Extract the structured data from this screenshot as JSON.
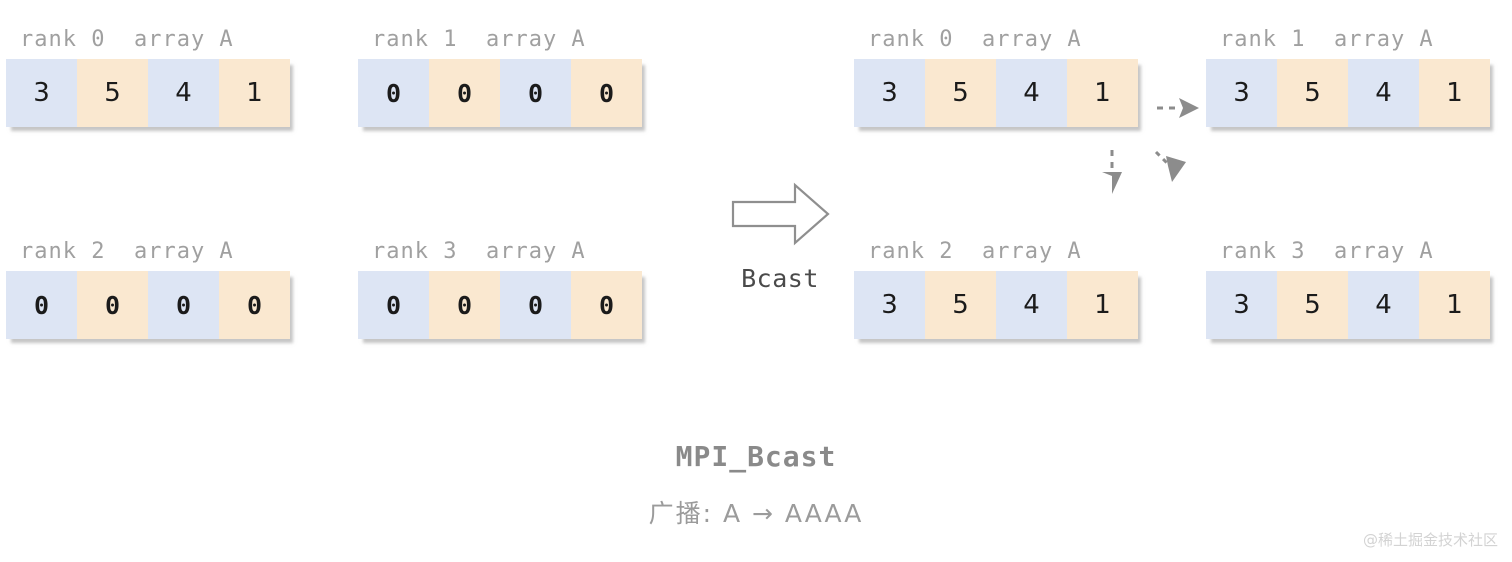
{
  "colors": {
    "cell_blue": "#dde5f4",
    "cell_orange": "#fae8d0",
    "label_grey": "#a0a0a0",
    "arrow_grey": "#8c8c8c",
    "caption_grey": "#8a8a8a",
    "watermark_grey": "#d3d3d3"
  },
  "left_panel": {
    "blocks": [
      {
        "label": "rank 0  array A",
        "values": [
          "3",
          "5",
          "4",
          "1"
        ]
      },
      {
        "label": "rank 1  array A",
        "values": [
          "0",
          "0",
          "0",
          "0"
        ]
      },
      {
        "label": "rank 2  array A",
        "values": [
          "0",
          "0",
          "0",
          "0"
        ]
      },
      {
        "label": "rank 3  array A",
        "values": [
          "0",
          "0",
          "0",
          "0"
        ]
      }
    ]
  },
  "center": {
    "operation_label": "Bcast",
    "arrow_icon": "block-arrow-right-icon"
  },
  "right_panel": {
    "blocks": [
      {
        "label": "rank 0  array A",
        "values": [
          "3",
          "5",
          "4",
          "1"
        ]
      },
      {
        "label": "rank 1  array A",
        "values": [
          "3",
          "5",
          "4",
          "1"
        ]
      },
      {
        "label": "rank 2  array A",
        "values": [
          "3",
          "5",
          "4",
          "1"
        ]
      },
      {
        "label": "rank 3  array A",
        "values": [
          "3",
          "5",
          "4",
          "1"
        ]
      }
    ],
    "broadcast_arrows": [
      {
        "name": "dashed-arrow-right-icon",
        "direction": "right"
      },
      {
        "name": "dashed-arrow-down-icon",
        "direction": "down"
      },
      {
        "name": "dashed-arrow-down-right-icon",
        "direction": "down-right"
      }
    ]
  },
  "caption": {
    "title": "MPI_Bcast",
    "subtitle": "广播: A → AAAA"
  },
  "watermark": {
    "text": "@稀土掘金技术社区"
  }
}
